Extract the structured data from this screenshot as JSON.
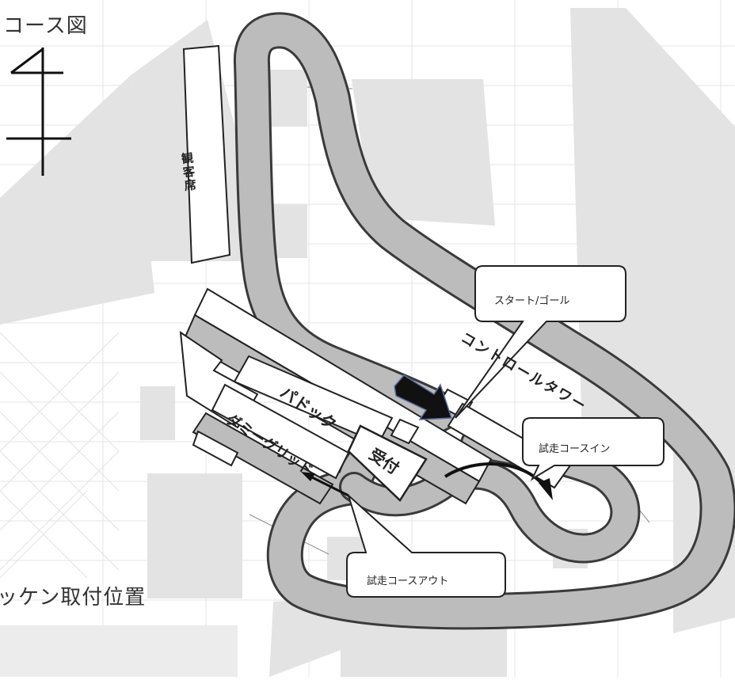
{
  "headings": {
    "course_map": "コース図",
    "number_position": "ッケン取付位置"
  },
  "map_labels": {
    "spectator_seats": "観客席",
    "paddock": "パドック",
    "dummy_grid": "ダミーグリッド",
    "reception": "受付",
    "control_tower": "コントロールタワー"
  },
  "callouts": {
    "start_goal": "スタート/ゴール",
    "pit_in": "試走コースイン",
    "pit_out": "試走コースアウト"
  },
  "colors": {
    "track": "#bcbcbc",
    "track_border": "#3a3a3a",
    "panel": "#e3e3e3",
    "arrow": "#111111",
    "grid_line": "#e6e6e6"
  },
  "icons": {
    "north": "north-arrow-icon",
    "direction": "direction-arrow-icon"
  }
}
